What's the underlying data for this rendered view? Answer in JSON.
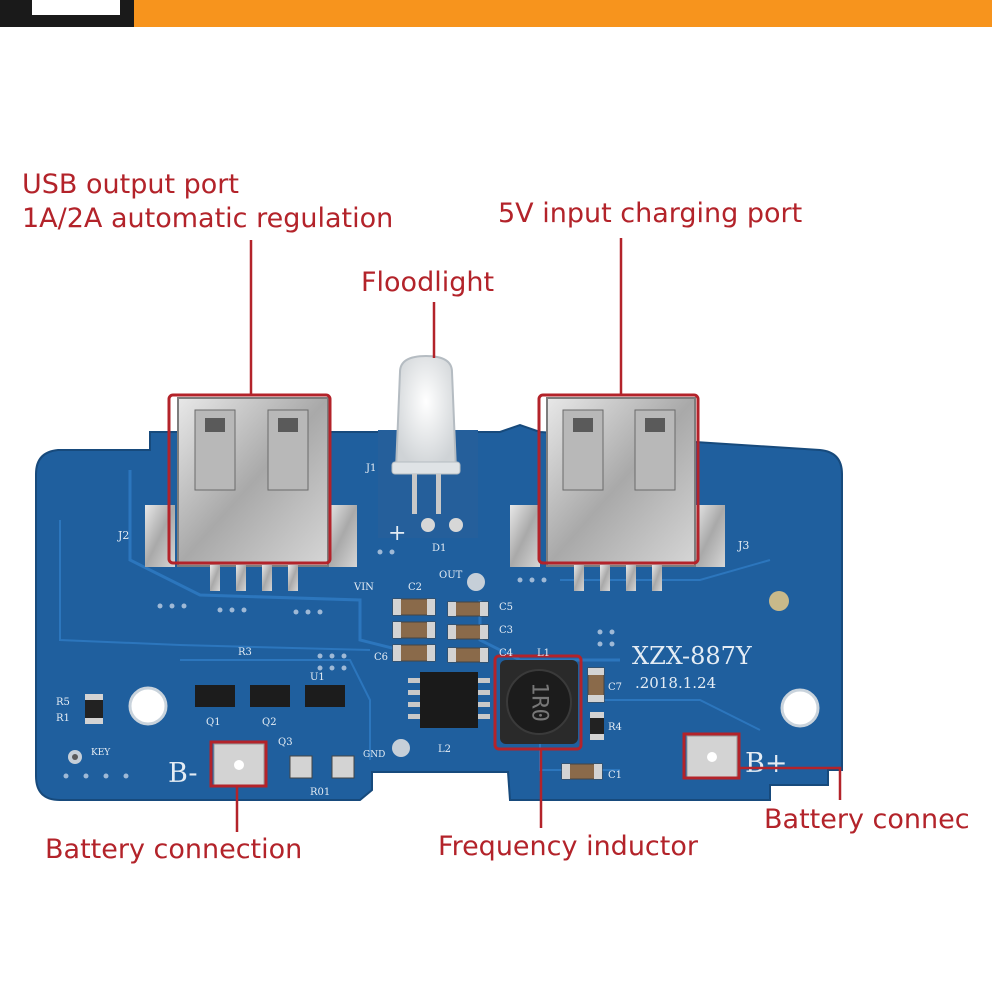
{
  "callouts": {
    "usb_output_line1": "USB output port",
    "usb_output_line2": "1A/2A automatic regulation",
    "input_port": "5V input charging port",
    "floodlight": "Floodlight",
    "battery_left": "Battery connection",
    "inductor": "Frequency inductor",
    "battery_right": "Battery connec"
  },
  "board": {
    "model": "XZX-887Y",
    "date": ".2018.1.24",
    "silk_j2": "J2",
    "silk_j3": "J3",
    "silk_j1": "J1",
    "silk_d1": "D1",
    "silk_plus": "+",
    "silk_vin": "VIN",
    "silk_out": "OUT",
    "silk_gnd": "GND",
    "silk_key": "KEY",
    "silk_c2": "C2",
    "silk_c5": "C5",
    "silk_c3": "C3",
    "silk_c4": "C4",
    "silk_c6": "C6",
    "silk_c7": "C7",
    "silk_c1": "C1",
    "silk_r3": "R3",
    "silk_r5": "R5",
    "silk_r1": "R1",
    "silk_r4": "R4",
    "silk_r01": "R01",
    "silk_l1": "L1",
    "silk_l2": "L2",
    "silk_u1": "U1",
    "silk_q1": "Q1",
    "silk_q2": "Q2",
    "silk_q3": "Q3",
    "inductor_marking": "1R0",
    "b_minus": "B-",
    "b_plus": "B+"
  },
  "colors": {
    "banner": "#f7941d",
    "pcb": "#1f5f9e",
    "callout": "#b3232a"
  }
}
